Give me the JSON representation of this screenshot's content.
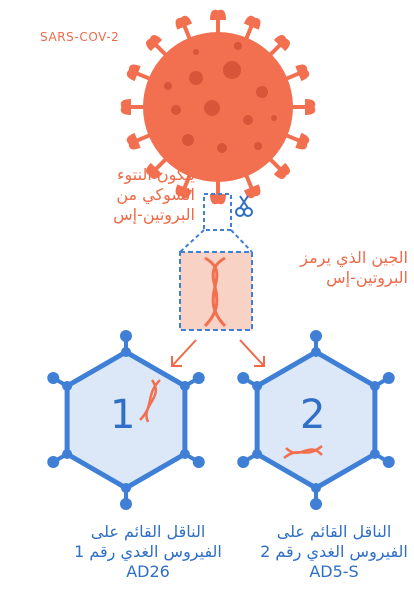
{
  "virus": {
    "name": "SARS-COV-2"
  },
  "spike_label": {
    "line1": "يتكون النتوء",
    "line2": "الشوكي من",
    "line3": "البروتين-إس"
  },
  "gene_label": {
    "line1": "الجين الذي يرمز",
    "line2": "البروتين-إس"
  },
  "vectors": [
    {
      "number": "1",
      "line1": "الناقل القائم على",
      "line2": "الفيروس الغدي رقم 1",
      "code": "AD26"
    },
    {
      "number": "2",
      "line1": "الناقل القائم على",
      "line2": "الفيروس الغدي رقم 2",
      "code": "AD5-S"
    }
  ],
  "icons": [
    "virus-icon",
    "scissors-icon",
    "dna-icon",
    "adenovirus-icon"
  ],
  "colors": {
    "virus": "#f26f4f",
    "virus_dark": "#d8553a",
    "accent_text": "#ee6a48",
    "vector_fill": "#dce7f7",
    "vector_stroke": "#3f7fd6",
    "vector_text": "#2f6fc6"
  }
}
